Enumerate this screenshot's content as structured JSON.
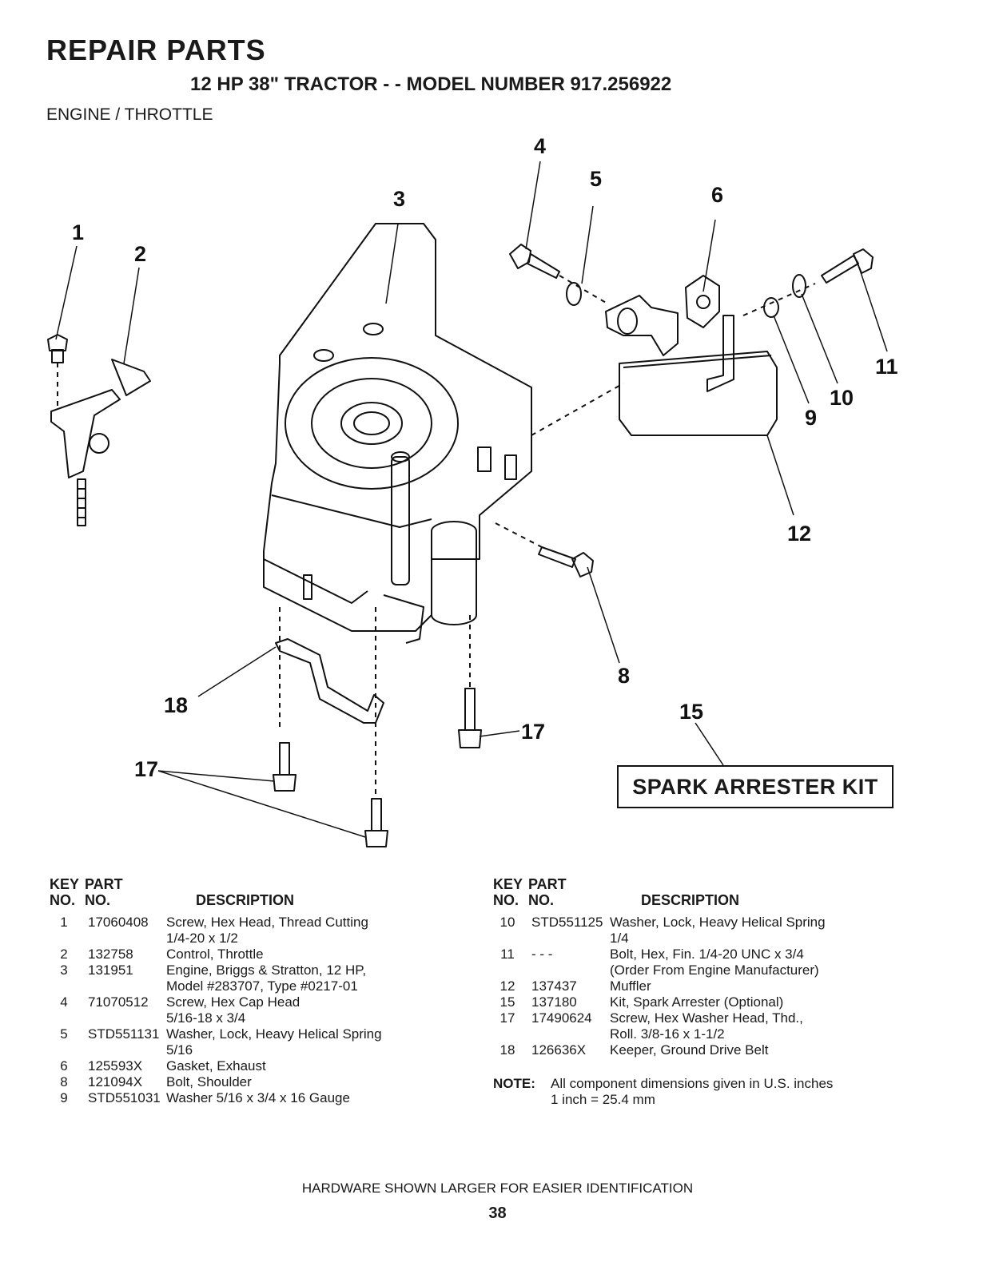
{
  "header": {
    "title": "REPAIR PARTS",
    "subtitle": "12 HP 38\" TRACTOR - - MODEL NUMBER 917.256922",
    "section": "ENGINE / THROTTLE"
  },
  "diagram": {
    "labels": [
      "1",
      "2",
      "3",
      "4",
      "5",
      "6",
      "8",
      "9",
      "10",
      "11",
      "12",
      "15",
      "17",
      "17",
      "18"
    ],
    "kit_label": "SPARK ARRESTER KIT"
  },
  "table_headers": {
    "key": "KEY\nNO.",
    "part": "PART\nNO.",
    "description": "DESCRIPTION"
  },
  "parts_left": [
    {
      "key": "1",
      "part": "17060408",
      "desc": "Screw, Hex Head, Thread Cutting\n1/4-20 x 1/2"
    },
    {
      "key": "2",
      "part": "132758",
      "desc": "Control, Throttle"
    },
    {
      "key": "3",
      "part": "131951",
      "desc": "Engine, Briggs & Stratton, 12 HP,\nModel #283707, Type #0217-01"
    },
    {
      "key": "4",
      "part": "71070512",
      "desc": "Screw, Hex Cap Head\n5/16-18 x 3/4"
    },
    {
      "key": "5",
      "part": "STD551131",
      "desc": "Washer, Lock, Heavy Helical Spring\n5/16"
    },
    {
      "key": "6",
      "part": "125593X",
      "desc": "Gasket, Exhaust"
    },
    {
      "key": "8",
      "part": "121094X",
      "desc": "Bolt, Shoulder"
    },
    {
      "key": "9",
      "part": "STD551031",
      "desc": "Washer 5/16 x 3/4 x 16 Gauge"
    }
  ],
  "parts_right": [
    {
      "key": "10",
      "part": "STD551125",
      "desc": "Washer, Lock, Heavy Helical Spring\n1/4"
    },
    {
      "key": "11",
      "part": "- - -",
      "desc": "Bolt, Hex, Fin. 1/4-20 UNC x 3/4\n(Order From Engine Manufacturer)"
    },
    {
      "key": "12",
      "part": "137437",
      "desc": "Muffler"
    },
    {
      "key": "15",
      "part": "137180",
      "desc": "Kit, Spark Arrester (Optional)"
    },
    {
      "key": "17",
      "part": "17490624",
      "desc": "Screw, Hex Washer Head, Thd.,\nRoll. 3/8-16 x 1-1/2"
    },
    {
      "key": "18",
      "part": "126636X",
      "desc": "Keeper, Ground Drive Belt"
    }
  ],
  "note": {
    "label": "NOTE:",
    "text": "All component dimensions given in U.S. inches\n1 inch = 25.4 mm"
  },
  "footer": {
    "hardware_note": "HARDWARE SHOWN LARGER FOR EASIER IDENTIFICATION",
    "page_number": "38"
  }
}
